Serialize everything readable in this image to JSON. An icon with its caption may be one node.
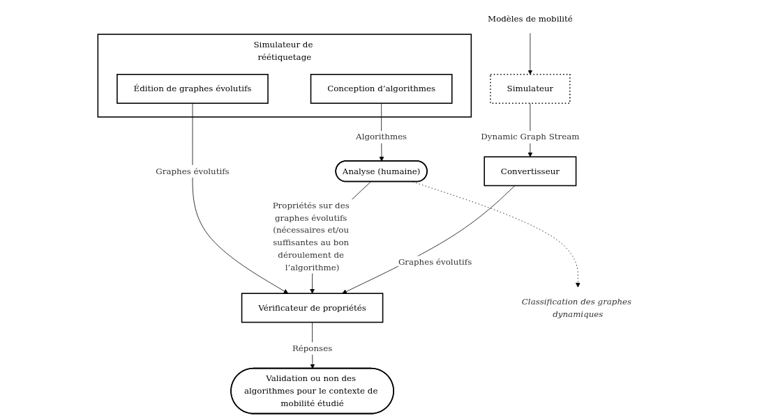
{
  "diagram": {
    "nodes": [
      {
        "text": [
          "Simulateur de réétiquetage"
        ]
      },
      {
        "text": [
          "Édition de graphes évolutifs"
        ],
        "in": 0
      },
      {
        "text": [
          "Conception d’algorithmes"
        ],
        "in": 0
      },
      {
        "text": [
          "Modèles de mobilité"
        ]
      },
      {
        "text": [
          "Simulateur"
        ]
      },
      {
        "text": [
          "Analyse (humaine)"
        ]
      },
      {
        "text": [
          "Convertisseur"
        ]
      },
      {
        "text": [
          "Vérificateur de propriétés"
        ]
      },
      {
        "text": [
          "Classification des graphes dynamiques"
        ]
      },
      {
        "text": [
          "Validation ou non des algorithmes pour le contexte de mobilité étudié"
        ]
      }
    ],
    "edges": [
      {
        "from": 2,
        "to": 5,
        "arrow": "to",
        "label": "Algorithmes"
      },
      {
        "from": 1,
        "to": 7,
        "arrow": "to",
        "label": "Graphes évolutifs"
      },
      {
        "from": 3,
        "to": 4,
        "arrow": "to"
      },
      {
        "from": 4,
        "to": 6,
        "arrow": "to",
        "label": "Dynamic Graph Stream"
      },
      {
        "from": 5,
        "to": 7,
        "arrow": "to",
        "label": "Propriétés sur des graphes évolutifs (nécessaires et/ou suffisantes au bon déroulement de l’algorithme)"
      },
      {
        "from": 6,
        "to": 7,
        "arrow": "to",
        "label": "Graphes évolutifs"
      },
      {
        "from": 5,
        "to": 8,
        "arrow": "to",
        "style": "dashed"
      },
      {
        "from": 7,
        "to": 9,
        "arrow": "to",
        "label": "Réponses"
      }
    ]
  }
}
